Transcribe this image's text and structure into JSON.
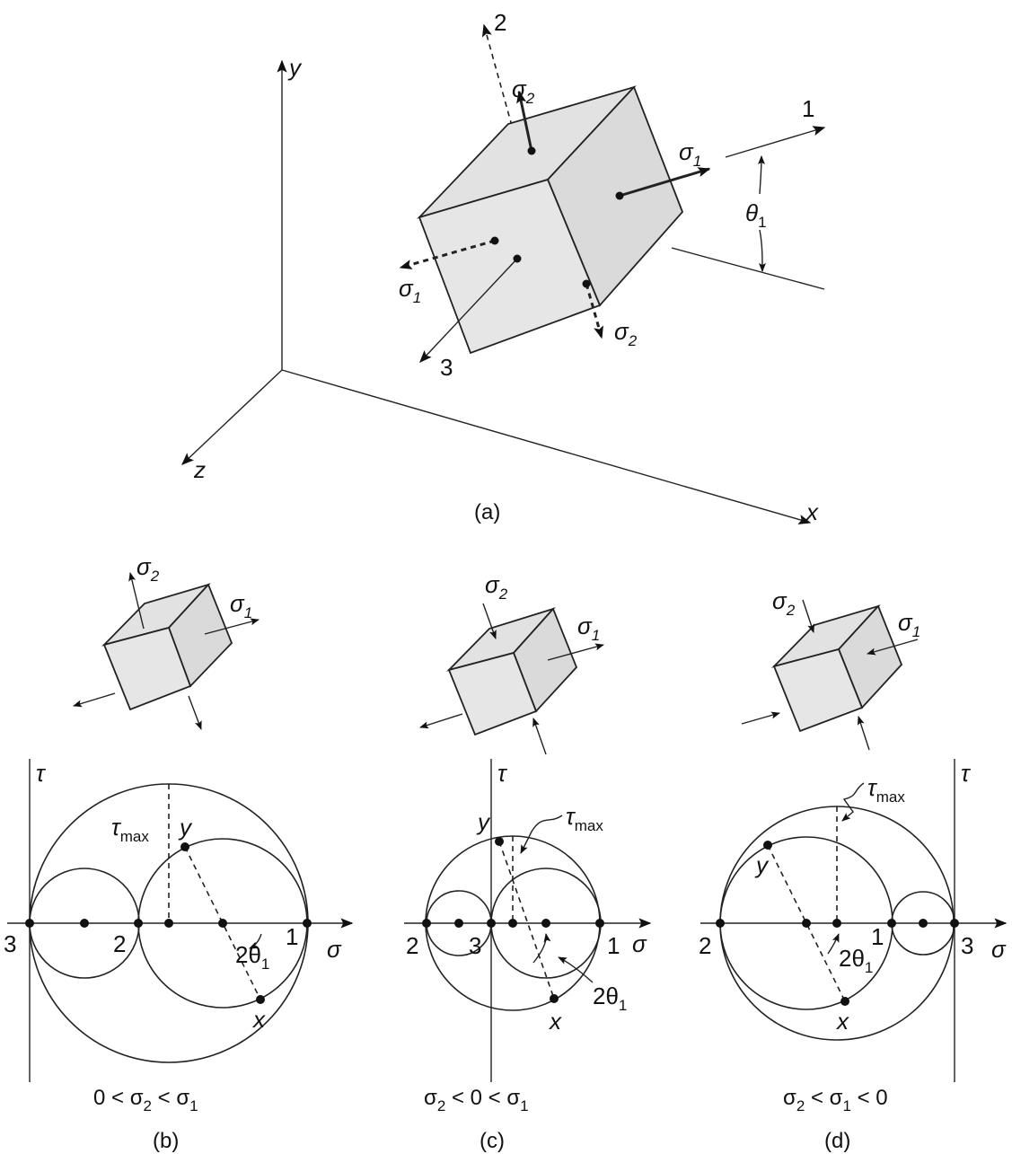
{
  "panel_a": {
    "caption": "(a)",
    "axis_x": "x",
    "axis_y": "y",
    "axis_z": "z",
    "dir_1": "1",
    "dir_2": "2",
    "dir_3": "3",
    "sigma": "σ",
    "sub_1": "1",
    "sub_2": "2",
    "theta": "θ",
    "theta_sub": "1"
  },
  "panels": [
    {
      "caption": "(b)",
      "condition_pre": "0 < σ",
      "condition_sub1": "2",
      "condition_mid": " < σ",
      "condition_sub2": "1",
      "condition_post": "",
      "point_labels": [
        "3",
        "2",
        "1"
      ]
    },
    {
      "caption": "(c)",
      "condition_pre": "σ",
      "condition_sub1": "2",
      "condition_mid": " < 0 < σ",
      "condition_sub2": "1",
      "condition_post": "",
      "point_labels": [
        "2",
        "3",
        "1"
      ]
    },
    {
      "caption": "(d)",
      "condition_pre": "σ",
      "condition_sub1": "2",
      "condition_mid": " < σ",
      "condition_sub2": "1",
      "condition_post": " < 0",
      "point_labels": [
        "2",
        "1",
        "3"
      ]
    }
  ],
  "mohr": {
    "tau": "τ",
    "tau_max": "τ",
    "tau_max_sub": "max",
    "sigma_axis": "σ",
    "y_label": "y",
    "x_label": "x",
    "two_theta": "2θ",
    "two_theta_sub": "1"
  }
}
